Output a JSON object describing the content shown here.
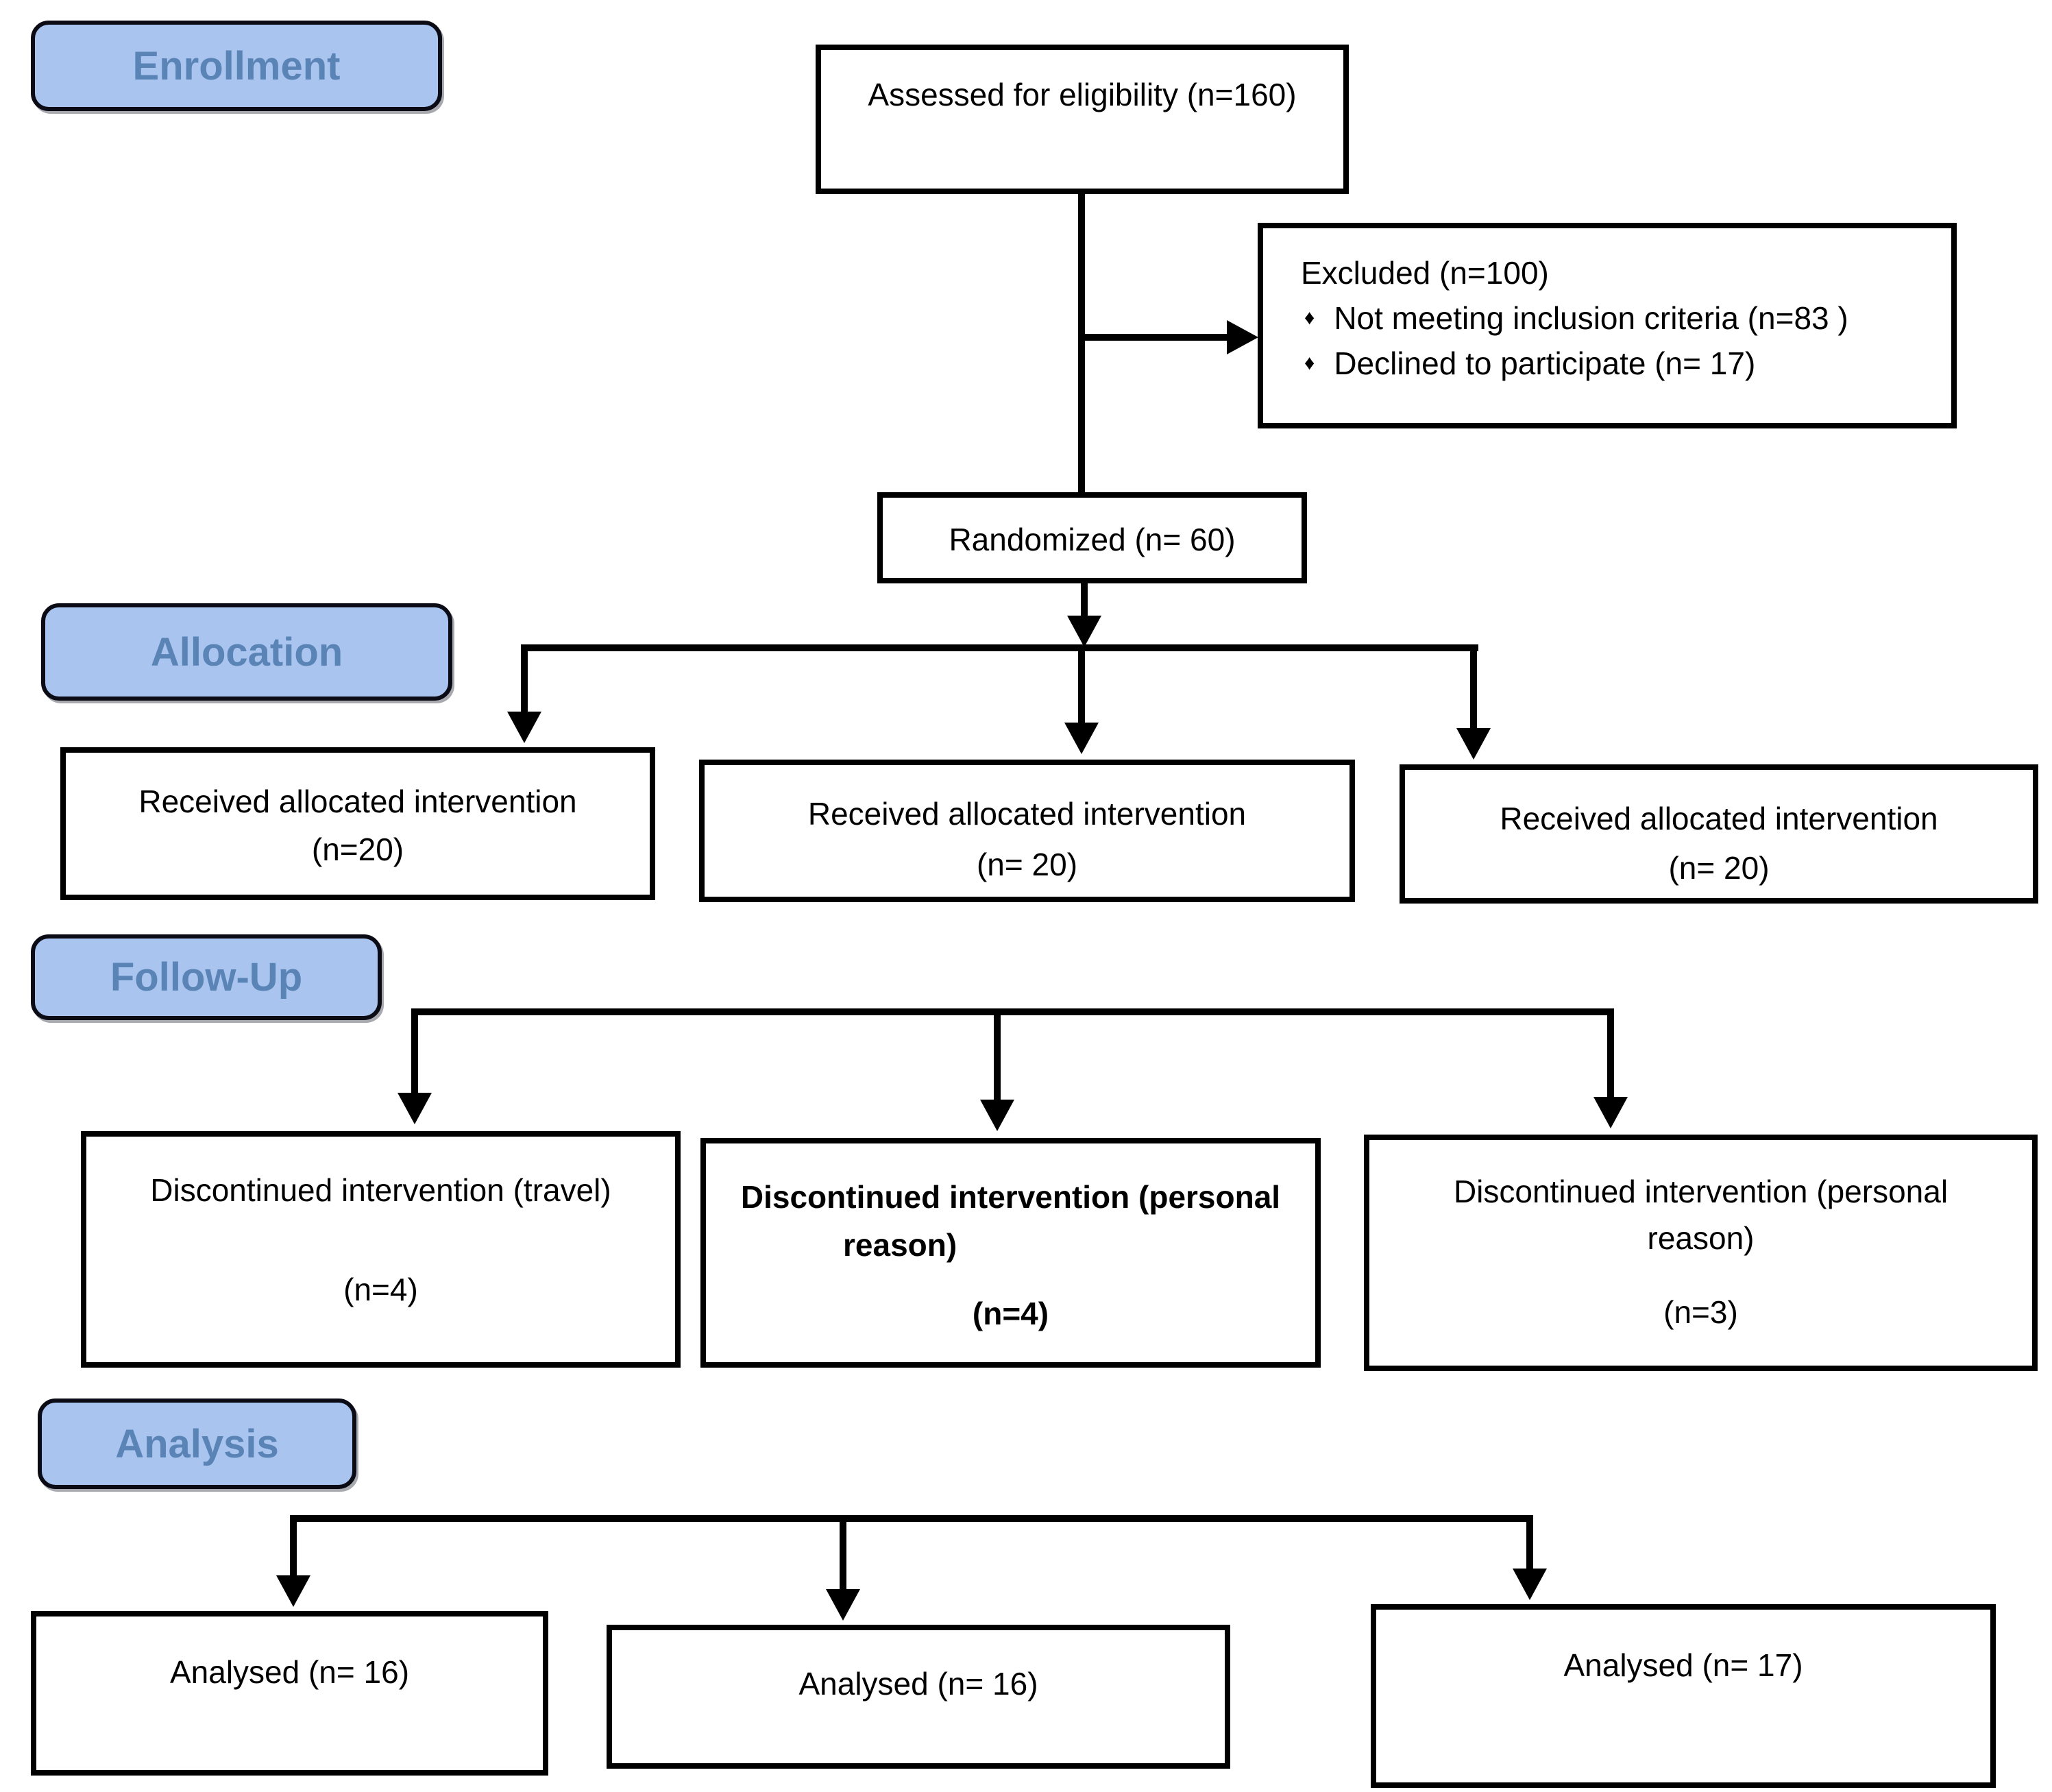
{
  "d": {
    "phases": [
      {
        "label": "Enrollment"
      },
      {
        "label": "Allocation"
      },
      {
        "label": "Follow-Up"
      },
      {
        "label": "Analysis"
      }
    ],
    "enrollment": {
      "assessed": "Assessed for eligibility (n=160)",
      "excluded": {
        "title": "Excluded (n=100)",
        "bullet": "♦",
        "items": [
          "Not meeting inclusion criteria (n=83 )",
          "Declined to participate (n= 17)"
        ]
      },
      "randomized": "Randomized (n= 60)"
    },
    "allocation": {
      "boxes": [
        {
          "line1": "Received allocated intervention",
          "line2": "(n=20)"
        },
        {
          "line1": "Received allocated intervention",
          "line2": "(n= 20)"
        },
        {
          "line1": "Received allocated intervention",
          "line2": "(n= 20)"
        }
      ]
    },
    "followup": {
      "boxes": [
        {
          "line1": "Discontinued intervention (travel)",
          "line2": "",
          "count": "(n=4)"
        },
        {
          "line1": "Discontinued intervention (personal",
          "line2": "reason)",
          "count": "(n=4)"
        },
        {
          "line1": "Discontinued intervention (personal",
          "line2": "reason)",
          "count": "(n=3)"
        }
      ]
    },
    "analysis": {
      "boxes": [
        {
          "text": "Analysed (n= 16)"
        },
        {
          "text": "Analysed (n= 16)"
        },
        {
          "text": "Analysed (n= 17)"
        }
      ]
    },
    "colors": {
      "label_fill": "#a9c4ef",
      "label_text": "#5b84b6",
      "label_border": "#0b0b16",
      "box_border": "#000000",
      "line": "#000000"
    }
  }
}
